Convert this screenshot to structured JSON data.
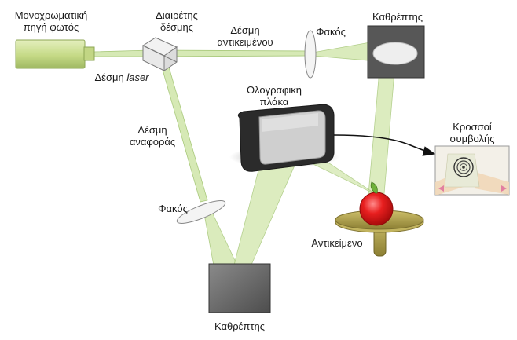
{
  "labels": {
    "light_source": [
      "Μονοχρωματική",
      "πηγή φωτός"
    ],
    "laser_beam_prefix": "Δέσμη",
    "laser_beam_word": "laser",
    "beam_splitter": [
      "Διαιρέτης",
      "δέσμης"
    ],
    "object_beam": [
      "Δέσμη",
      "αντικειμένου"
    ],
    "lens_top": "Φακός",
    "mirror_top": "Καθρέπτης",
    "holo_plate": [
      "Ολογραφική",
      "πλάκα"
    ],
    "reference_beam": [
      "Δέσμη",
      "αναφοράς"
    ],
    "fringes": [
      "Κροσσοί",
      "συμβολής"
    ],
    "lens_bottom": "Φακός",
    "object": "Αντικείμενο",
    "mirror_bottom": "Καθρέπτης"
  },
  "colors": {
    "beam": "#d6e9b5",
    "beam_edge": "#a9c97c",
    "source": "#c9dd8f",
    "mirror_dark": "#555555",
    "plate_frame": "#2b2b2b",
    "plate_glass": "#c8c8c8",
    "object": "#e01b1b",
    "stand": "#b9ab55"
  }
}
